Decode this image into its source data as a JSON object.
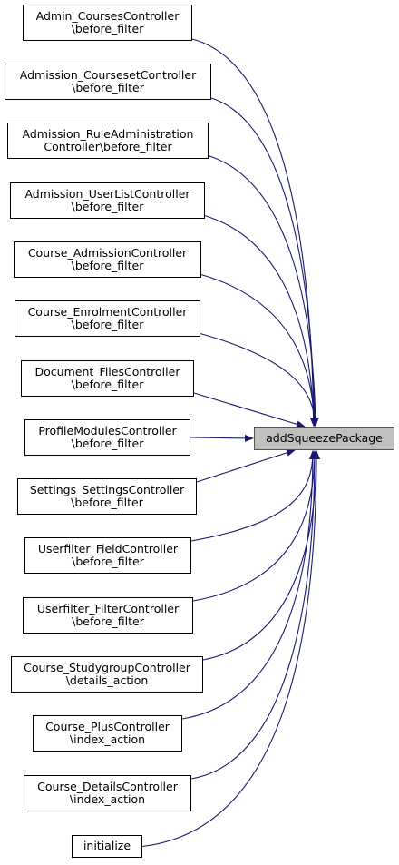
{
  "target": {
    "label": "addSqueezePackage"
  },
  "colors": {
    "edge": "#191970",
    "target_fill": "#bfbfbf",
    "node_border": "#000000"
  },
  "callers": [
    {
      "line1": "Admin_CoursesController",
      "line2": "\\before_filter"
    },
    {
      "line1": "Admission_CoursesetController",
      "line2": "\\before_filter"
    },
    {
      "line1": "Admission_RuleAdministration",
      "line2": "Controller\\before_filter"
    },
    {
      "line1": "Admission_UserListController",
      "line2": "\\before_filter"
    },
    {
      "line1": "Course_AdmissionController",
      "line2": "\\before_filter"
    },
    {
      "line1": "Course_EnrolmentController",
      "line2": "\\before_filter"
    },
    {
      "line1": "Document_FilesController",
      "line2": "\\before_filter"
    },
    {
      "line1": "ProfileModulesController",
      "line2": "\\before_filter"
    },
    {
      "line1": "Settings_SettingsController",
      "line2": "\\before_filter"
    },
    {
      "line1": "Userfilter_FieldController",
      "line2": "\\before_filter"
    },
    {
      "line1": "Userfilter_FilterController",
      "line2": "\\before_filter"
    },
    {
      "line1": "Course_StudygroupController",
      "line2": "\\details_action"
    },
    {
      "line1": "Course_PlusController",
      "line2": "\\index_action"
    },
    {
      "line1": "Course_DetailsController",
      "line2": "\\index_action"
    },
    {
      "line1": "initialize",
      "line2": ""
    }
  ]
}
